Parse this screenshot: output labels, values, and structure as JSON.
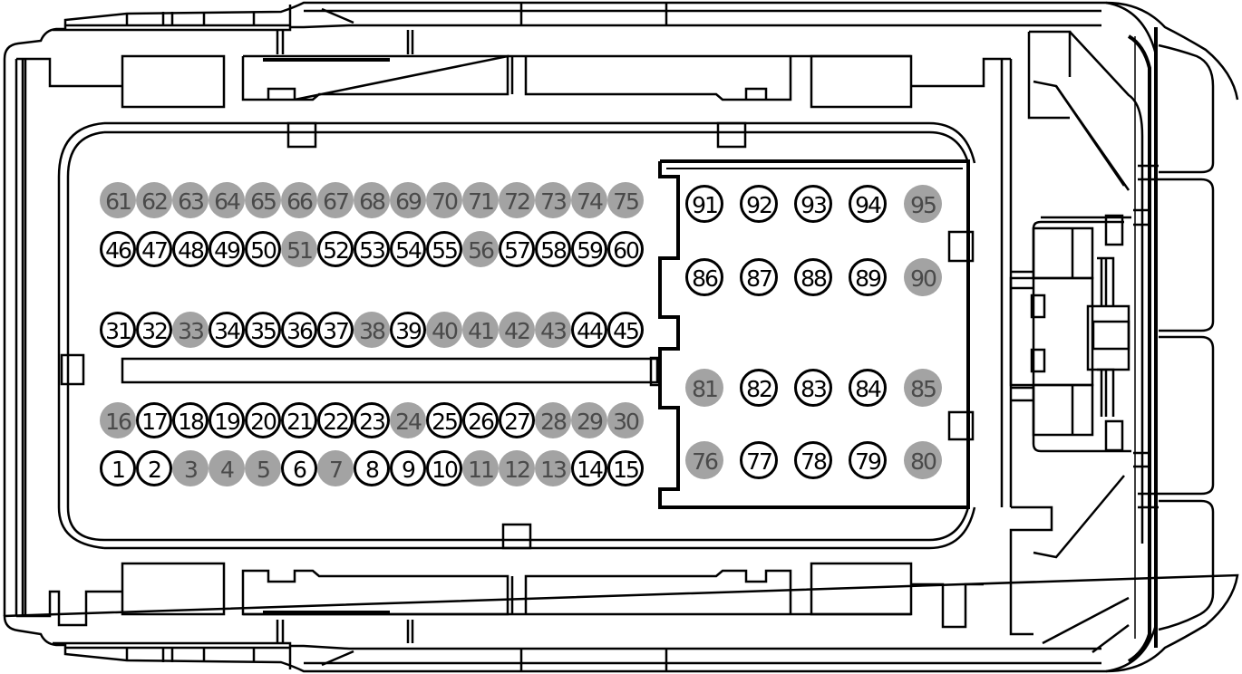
{
  "diagram": {
    "type": "connector-face-view",
    "pin_count": 95,
    "colors": {
      "outline": "#000000",
      "populated_fill": "#ffffff",
      "empty_fill": "#a3a3a3",
      "empty_text": "#4a4a4a"
    },
    "legend_semantics": {
      "outlined_circle": "populated cavity",
      "grey_circle": "empty cavity"
    }
  },
  "main_block": {
    "columns": 15,
    "rows": [
      {
        "label": "row-61-75",
        "pins": [
          {
            "n": "61",
            "s": "empty"
          },
          {
            "n": "62",
            "s": "empty"
          },
          {
            "n": "63",
            "s": "empty"
          },
          {
            "n": "64",
            "s": "empty"
          },
          {
            "n": "65",
            "s": "empty"
          },
          {
            "n": "66",
            "s": "empty"
          },
          {
            "n": "67",
            "s": "empty"
          },
          {
            "n": "68",
            "s": "empty"
          },
          {
            "n": "69",
            "s": "empty"
          },
          {
            "n": "70",
            "s": "empty"
          },
          {
            "n": "71",
            "s": "empty"
          },
          {
            "n": "72",
            "s": "empty"
          },
          {
            "n": "73",
            "s": "empty"
          },
          {
            "n": "74",
            "s": "empty"
          },
          {
            "n": "75",
            "s": "empty"
          }
        ]
      },
      {
        "label": "row-46-60",
        "pins": [
          {
            "n": "46",
            "s": "populated"
          },
          {
            "n": "47",
            "s": "populated"
          },
          {
            "n": "48",
            "s": "populated"
          },
          {
            "n": "49",
            "s": "populated"
          },
          {
            "n": "50",
            "s": "populated"
          },
          {
            "n": "51",
            "s": "empty"
          },
          {
            "n": "52",
            "s": "populated"
          },
          {
            "n": "53",
            "s": "populated"
          },
          {
            "n": "54",
            "s": "populated"
          },
          {
            "n": "55",
            "s": "populated"
          },
          {
            "n": "56",
            "s": "empty"
          },
          {
            "n": "57",
            "s": "populated"
          },
          {
            "n": "58",
            "s": "populated"
          },
          {
            "n": "59",
            "s": "populated"
          },
          {
            "n": "60",
            "s": "populated"
          }
        ]
      },
      {
        "label": "row-31-45",
        "pins": [
          {
            "n": "31",
            "s": "populated"
          },
          {
            "n": "32",
            "s": "populated"
          },
          {
            "n": "33",
            "s": "empty"
          },
          {
            "n": "34",
            "s": "populated"
          },
          {
            "n": "35",
            "s": "populated"
          },
          {
            "n": "36",
            "s": "populated"
          },
          {
            "n": "37",
            "s": "populated"
          },
          {
            "n": "38",
            "s": "empty"
          },
          {
            "n": "39",
            "s": "populated"
          },
          {
            "n": "40",
            "s": "empty"
          },
          {
            "n": "41",
            "s": "empty"
          },
          {
            "n": "42",
            "s": "empty"
          },
          {
            "n": "43",
            "s": "empty"
          },
          {
            "n": "44",
            "s": "populated"
          },
          {
            "n": "45",
            "s": "populated"
          }
        ]
      },
      {
        "label": "row-16-30",
        "pins": [
          {
            "n": "16",
            "s": "empty"
          },
          {
            "n": "17",
            "s": "populated"
          },
          {
            "n": "18",
            "s": "populated"
          },
          {
            "n": "19",
            "s": "populated"
          },
          {
            "n": "20",
            "s": "populated"
          },
          {
            "n": "21",
            "s": "populated"
          },
          {
            "n": "22",
            "s": "populated"
          },
          {
            "n": "23",
            "s": "populated"
          },
          {
            "n": "24",
            "s": "empty"
          },
          {
            "n": "25",
            "s": "populated"
          },
          {
            "n": "26",
            "s": "populated"
          },
          {
            "n": "27",
            "s": "populated"
          },
          {
            "n": "28",
            "s": "empty"
          },
          {
            "n": "29",
            "s": "empty"
          },
          {
            "n": "30",
            "s": "empty"
          }
        ]
      },
      {
        "label": "row-1-15",
        "pins": [
          {
            "n": "1",
            "s": "populated"
          },
          {
            "n": "2",
            "s": "populated"
          },
          {
            "n": "3",
            "s": "empty"
          },
          {
            "n": "4",
            "s": "empty"
          },
          {
            "n": "5",
            "s": "empty"
          },
          {
            "n": "6",
            "s": "populated"
          },
          {
            "n": "7",
            "s": "empty"
          },
          {
            "n": "8",
            "s": "populated"
          },
          {
            "n": "9",
            "s": "populated"
          },
          {
            "n": "10",
            "s": "populated"
          },
          {
            "n": "11",
            "s": "empty"
          },
          {
            "n": "12",
            "s": "empty"
          },
          {
            "n": "13",
            "s": "empty"
          },
          {
            "n": "14",
            "s": "populated"
          },
          {
            "n": "15",
            "s": "populated"
          }
        ]
      }
    ]
  },
  "power_block": {
    "columns": 5,
    "rows": [
      {
        "label": "row-91-95",
        "pins": [
          {
            "n": "91",
            "s": "populated"
          },
          {
            "n": "92",
            "s": "populated"
          },
          {
            "n": "93",
            "s": "populated"
          },
          {
            "n": "94",
            "s": "populated"
          },
          {
            "n": "95",
            "s": "empty"
          }
        ]
      },
      {
        "label": "row-86-90",
        "pins": [
          {
            "n": "86",
            "s": "populated"
          },
          {
            "n": "87",
            "s": "populated"
          },
          {
            "n": "88",
            "s": "populated"
          },
          {
            "n": "89",
            "s": "populated"
          },
          {
            "n": "90",
            "s": "empty"
          }
        ]
      },
      {
        "label": "row-81-85",
        "pins": [
          {
            "n": "81",
            "s": "empty"
          },
          {
            "n": "82",
            "s": "populated"
          },
          {
            "n": "83",
            "s": "populated"
          },
          {
            "n": "84",
            "s": "populated"
          },
          {
            "n": "85",
            "s": "empty"
          }
        ]
      },
      {
        "label": "row-76-80",
        "pins": [
          {
            "n": "76",
            "s": "empty"
          },
          {
            "n": "77",
            "s": "populated"
          },
          {
            "n": "78",
            "s": "populated"
          },
          {
            "n": "79",
            "s": "populated"
          },
          {
            "n": "80",
            "s": "empty"
          }
        ]
      }
    ]
  }
}
